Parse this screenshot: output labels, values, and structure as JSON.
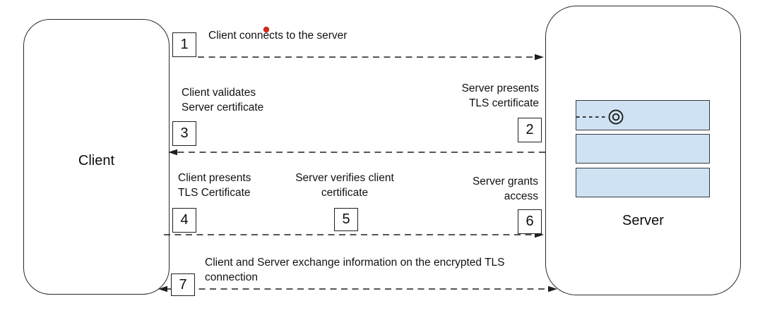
{
  "nodes": {
    "client": {
      "label": "Client"
    },
    "server": {
      "label": "Server",
      "rack_count": 3
    }
  },
  "steps": [
    {
      "number": "1",
      "label": "Client connects to the server"
    },
    {
      "number": "2",
      "label": "Server presents\nTLS certificate"
    },
    {
      "number": "3",
      "label": "Client validates\nServer certificate"
    },
    {
      "number": "4",
      "label": "Client presents\nTLS Certificate"
    },
    {
      "number": "5",
      "label": "Server verifies client\ncertificate"
    },
    {
      "number": "6",
      "label": "Server grants\naccess"
    },
    {
      "number": "7",
      "label": "Client and Server exchange information on the encrypted TLS\nconnection"
    }
  ],
  "arrows": [
    {
      "from": "client",
      "to": "server",
      "row": 1,
      "direction": "right"
    },
    {
      "from": "server",
      "to": "client",
      "row": 2,
      "direction": "left"
    },
    {
      "from": "client",
      "to": "server",
      "row": 3,
      "direction": "right"
    },
    {
      "from": "client",
      "to": "server",
      "row": 4,
      "direction": "both"
    }
  ],
  "colors": {
    "rack_fill": "#cfe2f3",
    "stroke": "#1f1f1f",
    "red_dot": "#d02b20"
  }
}
